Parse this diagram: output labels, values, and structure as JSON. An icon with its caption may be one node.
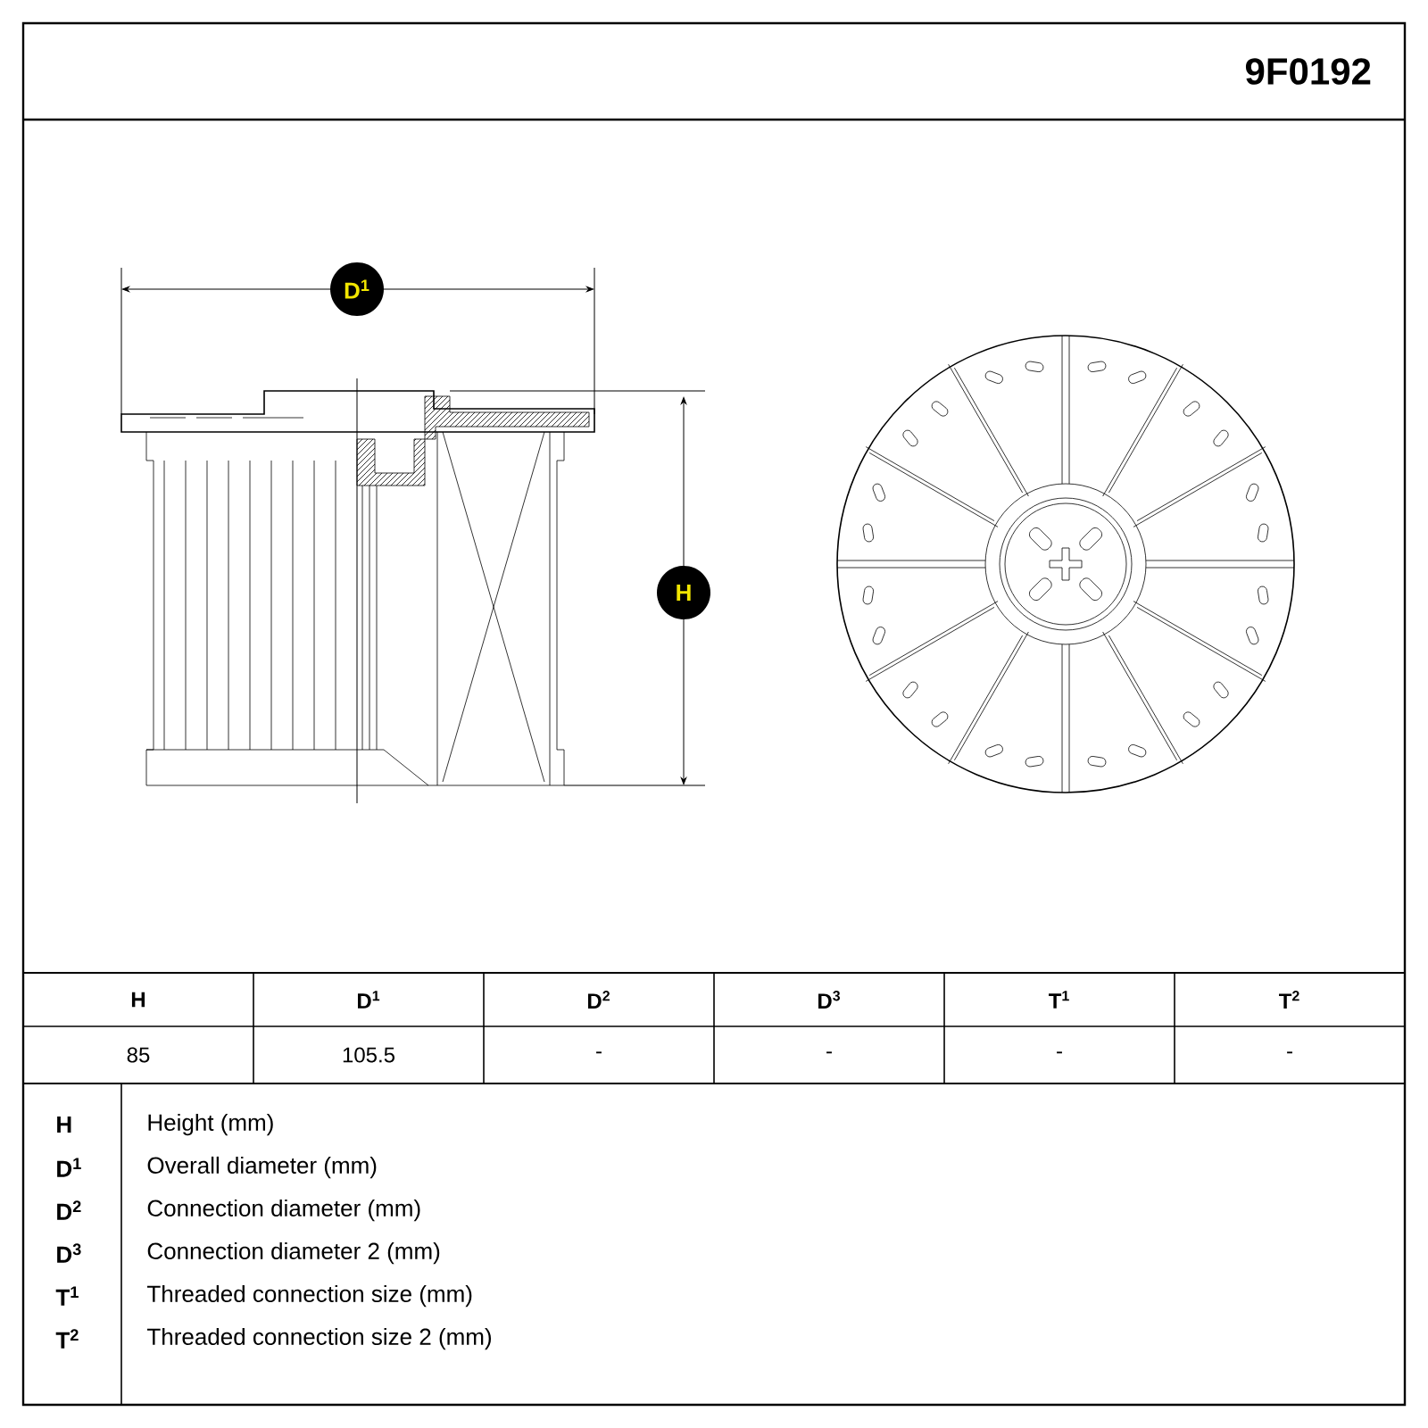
{
  "diagram": {
    "labels": [
      "9F0192",
      "D$^{1}$",
      "H",
      "H",
      "D$^{1}$",
      "D$^{2}$",
      "D$^{3}$",
      "T$^{1}$",
      "T$^{2}$",
      "85",
      "105.5",
      "-",
      "-",
      "-",
      "-",
      "H",
      "Height (mm)",
      "D$^{1}$",
      "Overall diameter (mm)",
      "D$^{2}$",
      "Connection diameter (mm)",
      "D$^{3}$",
      "Connection diameter 2 (mm)",
      "T$^{1}$",
      "Threaded connection size (mm)",
      "T$^{2}$",
      "Threaded connection size 2 (mm)"
    ]
  }
}
